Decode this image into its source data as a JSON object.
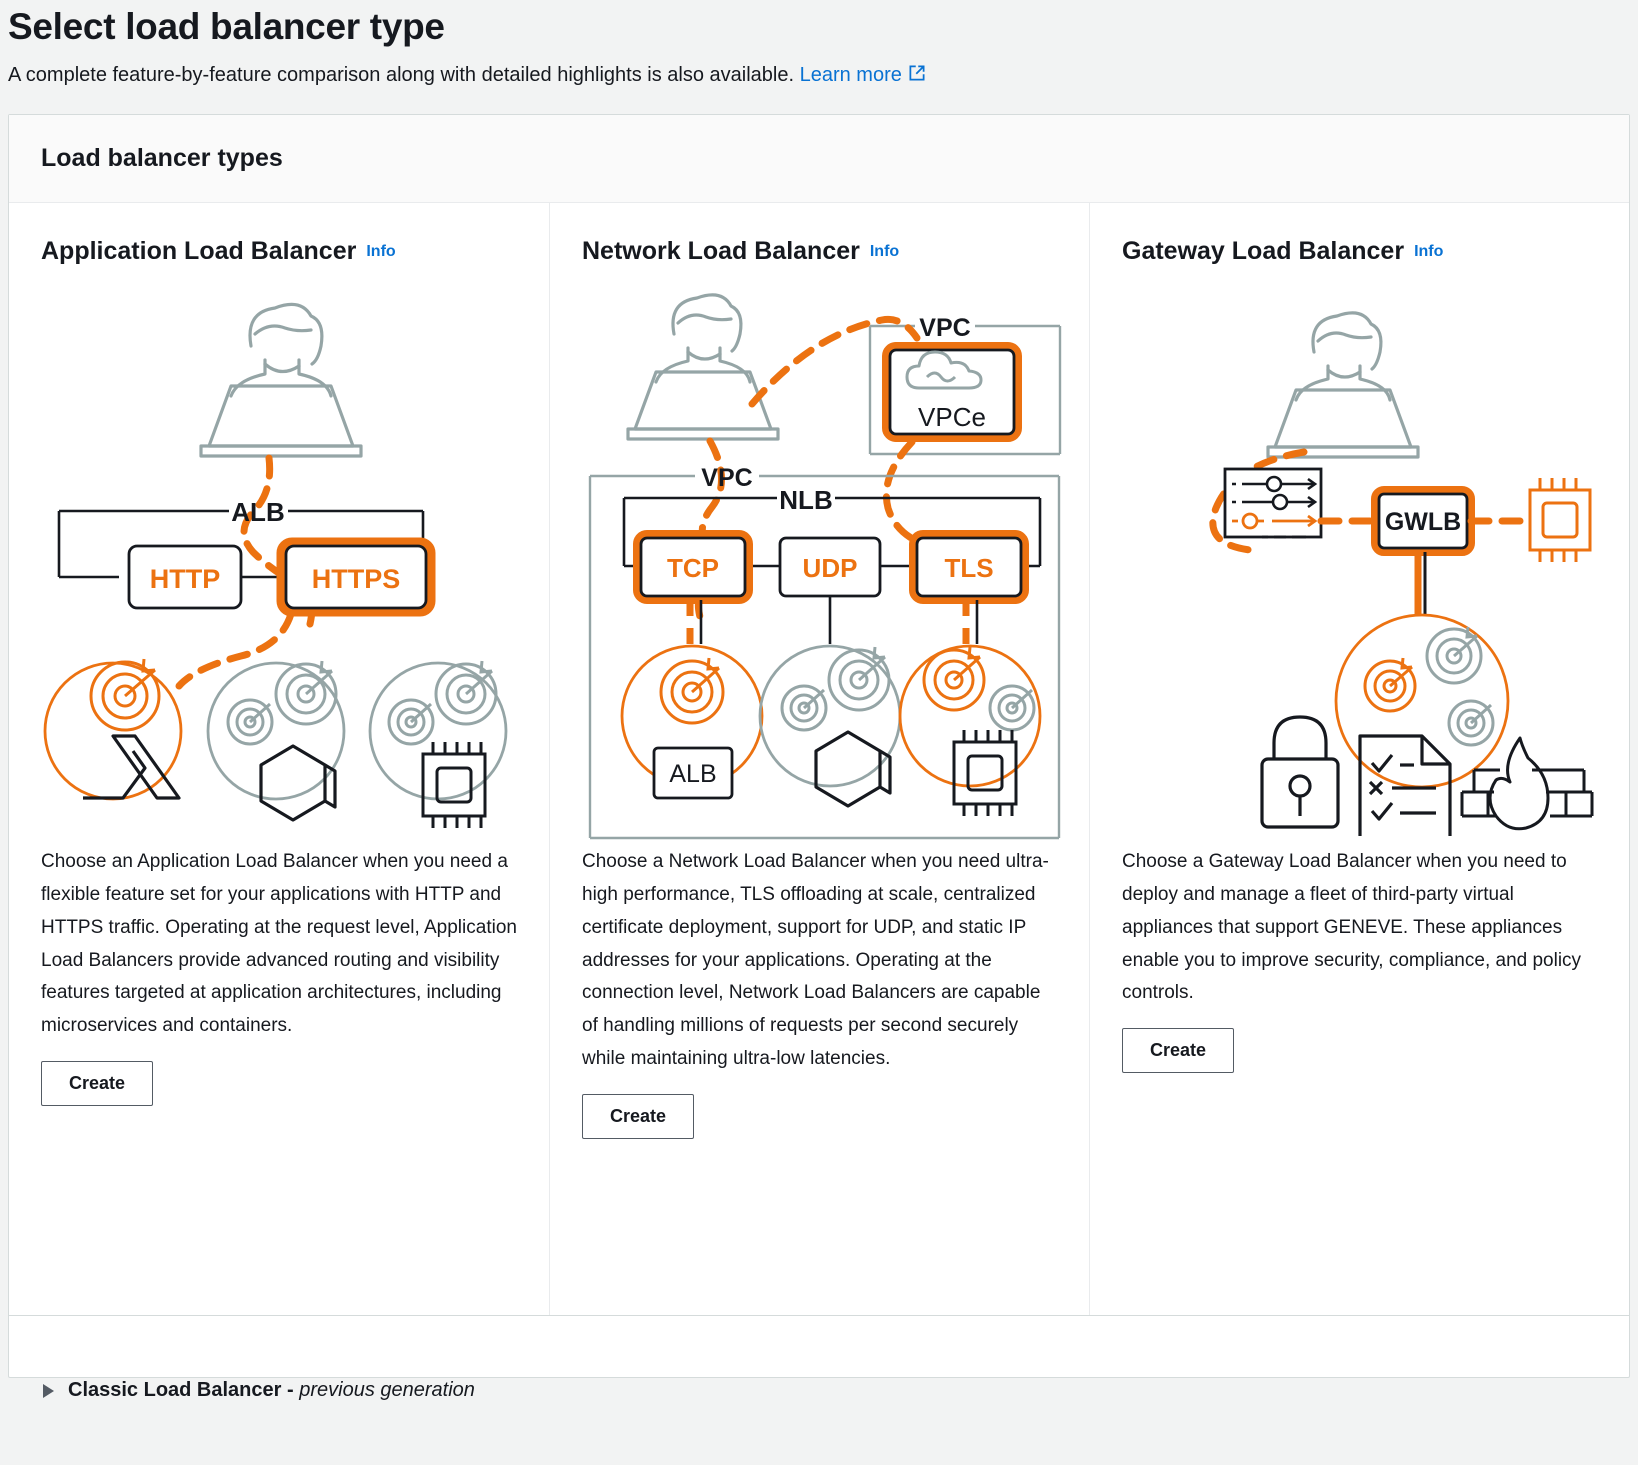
{
  "page": {
    "title": "Select load balancer type",
    "subtitle": "A complete feature-by-feature comparison along with detailed highlights is also available.",
    "learn_more_label": "Learn more",
    "learn_more_icon": "external-link-icon"
  },
  "container": {
    "header": "Load balancer types"
  },
  "colors": {
    "orange": "#ec7211",
    "link_blue": "#0972d3",
    "gray_line": "#879596",
    "dark_line": "#16191f",
    "card_bg": "#ffffff",
    "page_bg": "#f2f3f3",
    "header_bg": "#fafafa"
  },
  "columns": [
    {
      "id": "application",
      "title": "Application Load Balancer",
      "info_label": "Info",
      "description": "Choose an Application Load Balancer when you need a flexible feature set for your applications with HTTP and HTTPS traffic. Operating at the request level, Application Load Balancers provide advanced routing and visibility features targeted at application architectures, including microservices and containers.",
      "create_label": "Create",
      "diagram": {
        "group_label": "ALB",
        "protocols": [
          {
            "label": "HTTP",
            "highlighted": false
          },
          {
            "label": "HTTPS",
            "highlighted": true
          }
        ],
        "targets": [
          {
            "icon": "lambda-icon",
            "highlighted": true
          },
          {
            "icon": "container-icon",
            "highlighted": false
          },
          {
            "icon": "instance-icon",
            "highlighted": false
          }
        ],
        "client_icon": "user-laptop-icon"
      }
    },
    {
      "id": "network",
      "title": "Network Load Balancer",
      "info_label": "Info",
      "description": "Choose a Network Load Balancer when you need ultra-high performance, TLS offloading at scale, centralized certificate deployment, support for UDP, and static IP addresses for your applications. Operating at the connection level, Network Load Balancers are capable of handling millions of requests per second securely while maintaining ultra-low latencies.",
      "create_label": "Create",
      "diagram": {
        "vpc_label": "VPC",
        "vpce_outer_label": "VPC",
        "vpce_label": "VPCe",
        "group_label": "NLB",
        "protocols": [
          {
            "label": "TCP",
            "highlighted": true
          },
          {
            "label": "UDP",
            "highlighted": false
          },
          {
            "label": "TLS",
            "highlighted": true
          }
        ],
        "targets": [
          {
            "icon": "alb-box-icon",
            "label": "ALB",
            "highlighted": true
          },
          {
            "icon": "container-icon",
            "label": "",
            "highlighted": false
          },
          {
            "icon": "instance-icon",
            "label": "",
            "highlighted": true
          }
        ],
        "client_icon": "user-laptop-icon"
      }
    },
    {
      "id": "gateway",
      "title": "Gateway Load Balancer",
      "info_label": "Info",
      "description": "Choose a Gateway Load Balancer when you need to deploy and manage a fleet of third-party virtual appliances that support GENEVE. These appliances enable you to improve security, compliance, and policy controls.",
      "create_label": "Create",
      "diagram": {
        "group_label": "GWLB",
        "route_table_icon": "route-table-icon",
        "instance_icon": "instance-icon",
        "appliance_icons": [
          "lock-icon",
          "compliance-doc-icon",
          "firewall-icon"
        ],
        "client_icon": "user-laptop-icon"
      }
    }
  ],
  "footer": {
    "expand_icon": "caret-right-icon",
    "label": "Classic Load Balancer -",
    "label_italic": "previous generation"
  }
}
